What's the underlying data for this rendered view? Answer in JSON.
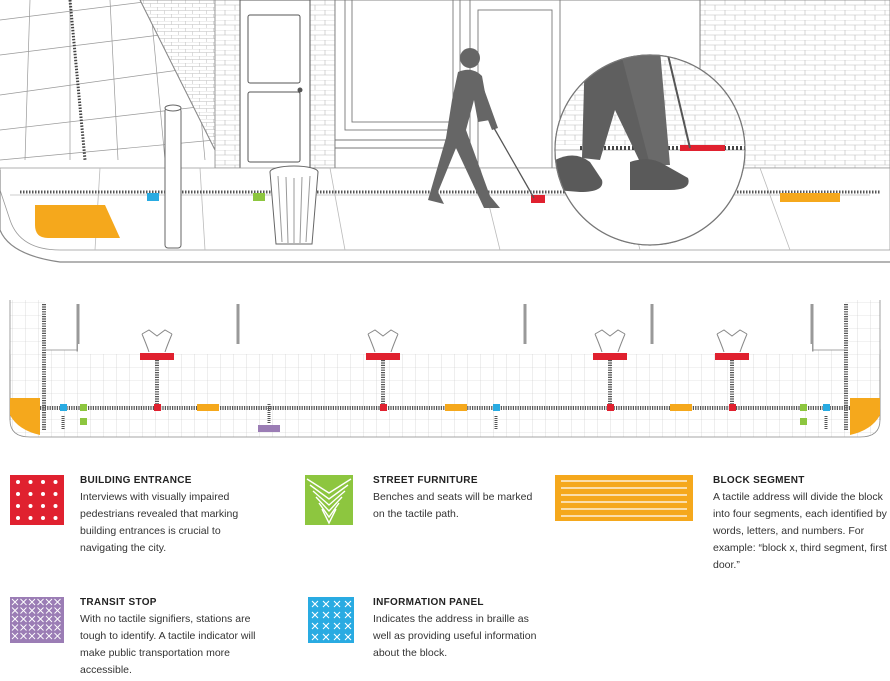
{
  "colors": {
    "entrance": "#e0212f",
    "furniture": "#8dc63f",
    "segment": "#f5a81c",
    "transit": "#9b7db5",
    "info": "#29abe2",
    "line": "#6d6d6d",
    "pedestrian": "#666666"
  },
  "legend": [
    {
      "key": "entrance",
      "title": "BUILDING ENTRANCE",
      "desc": "Interviews with visually impaired pedestrians revealed that marking building entrances is crucial to navigating the city.",
      "icon": "dot-grid-icon"
    },
    {
      "key": "furniture",
      "title": "STREET FURNITURE",
      "desc": "Benches and seats will be marked on the tactile path.",
      "icon": "chevron-pattern-icon"
    },
    {
      "key": "segment",
      "title": "BLOCK SEGMENT",
      "desc": "A tactile address will divide the block into four segments, each identified by words, letters, and numbers. For example: “block x, third segment, first door.”",
      "icon": "stripes-icon"
    },
    {
      "key": "transit",
      "title": "TRANSIT STOP",
      "desc": "With no tactile signifiers, stations are tough to identify. A tactile indicator will make public transportation more accessible.",
      "icon": "cross-grid-icon"
    },
    {
      "key": "info",
      "title": "INFORMATION PANEL",
      "desc": "Indicates the address in braille as well as providing useful information about the block.",
      "icon": "x-grid-icon"
    }
  ]
}
